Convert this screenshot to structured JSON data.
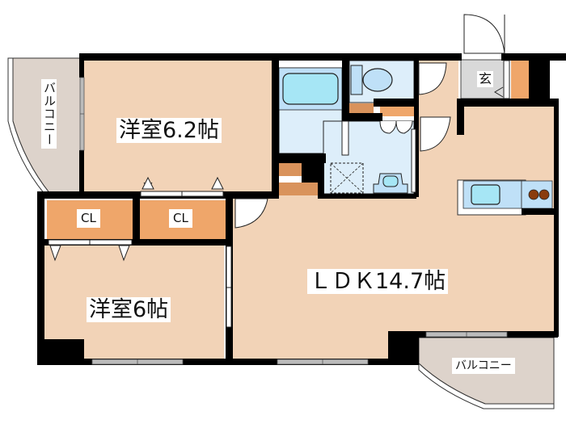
{
  "floor_plan": {
    "rooms": {
      "western_room_1": {
        "label": "洋室6.2帖",
        "type": "bedroom",
        "size_jo": 6.2
      },
      "western_room_2": {
        "label": "洋室6帖",
        "type": "bedroom",
        "size_jo": 6
      },
      "ldk": {
        "label": "ＬＤＫ14.7帖",
        "type": "living-dining-kitchen",
        "size_jo": 14.7
      },
      "closet_1": {
        "label": "CL",
        "type": "closet"
      },
      "closet_2": {
        "label": "CL",
        "type": "closet"
      },
      "balcony_west": {
        "label": "バルコニー",
        "type": "balcony"
      },
      "balcony_south": {
        "label": "バルコニー",
        "type": "balcony"
      },
      "entrance": {
        "label": "玄",
        "type": "entrance"
      },
      "bathroom": {
        "type": "bath"
      },
      "toilet": {
        "type": "toilet"
      },
      "washroom": {
        "type": "washroom"
      },
      "kitchen": {
        "type": "kitchen-counter"
      }
    },
    "colors": {
      "room_floor": "#f2d3b7",
      "storage": "#efa66a",
      "storage_dark": "#d9935c",
      "wet_area": "#ddeefa",
      "fixture": "#bfe0f7",
      "fixture_light": "#a6e6f5",
      "balcony": "#ddd3cb",
      "entrance": "#d9d9d9",
      "wall": "#000000",
      "stove": "#8a3c0e"
    }
  }
}
